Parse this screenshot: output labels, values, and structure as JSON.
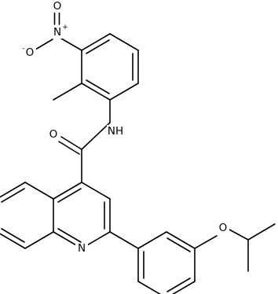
{
  "molecule": {
    "atoms": {
      "nitro_n": {
        "symbol": "N",
        "charge": "+"
      },
      "nitro_o_top": {
        "symbol": "O",
        "charge": ""
      },
      "nitro_o_left": {
        "symbol": "O",
        "charge": "-"
      },
      "amide_n": {
        "symbol": "NH",
        "charge": ""
      },
      "amide_o": {
        "symbol": "O",
        "charge": ""
      },
      "ring_n": {
        "symbol": "N",
        "charge": ""
      },
      "ether_o": {
        "symbol": "O",
        "charge": ""
      }
    }
  }
}
